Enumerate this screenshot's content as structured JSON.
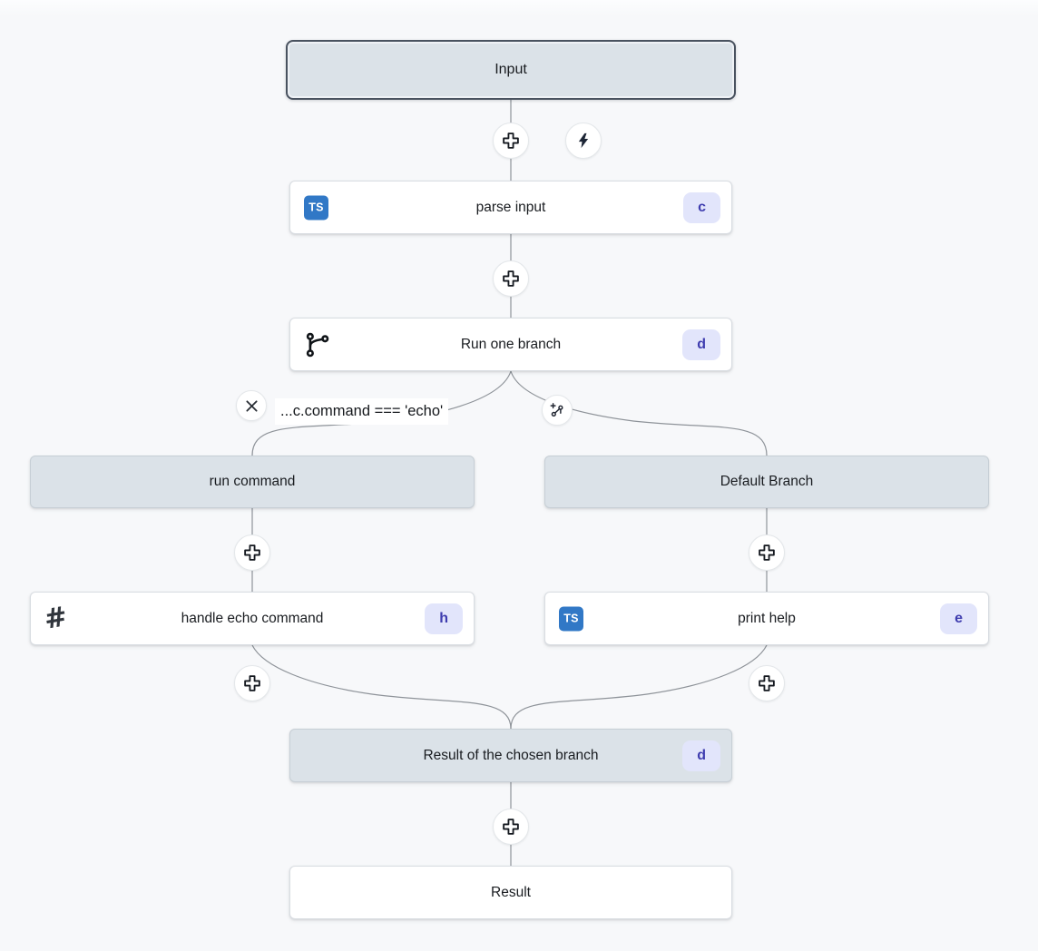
{
  "flow": {
    "nodes": {
      "input": {
        "label": "Input"
      },
      "parse_input": {
        "label": "parse input",
        "badge": "c",
        "icon": "typescript-icon"
      },
      "run_one_branch": {
        "label": "Run one branch",
        "badge": "d",
        "icon": "git-branch-icon"
      },
      "condition": {
        "label": "...c.command === 'echo'"
      },
      "run_command": {
        "label": "run command"
      },
      "handle_echo_command": {
        "label": "handle echo command",
        "badge": "h",
        "icon": "hash-icon"
      },
      "default_branch": {
        "label": "Default Branch"
      },
      "print_help": {
        "label": "print help",
        "badge": "e",
        "icon": "typescript-icon"
      },
      "result_of_chosen_branch": {
        "label": "Result of the chosen branch",
        "badge": "d"
      },
      "result": {
        "label": "Result"
      }
    },
    "icons": {
      "typescript_label": "TS",
      "hash_glyph": "#",
      "plus": "add-step-icon",
      "lightning": "trigger-icon",
      "x": "remove-branch-icon",
      "branch_add": "add-branch-icon"
    },
    "colors": {
      "canvas_bg": "#f7f8fa",
      "connector": "#8e9399",
      "node_white": "#ffffff",
      "node_gray": "#dbe2e8",
      "selected_border": "#49525f",
      "badge_bg": "#e2e5fb",
      "badge_text": "#3f3daf",
      "typescript_blue": "#3178c6",
      "icon_dark": "#1f2430"
    }
  }
}
